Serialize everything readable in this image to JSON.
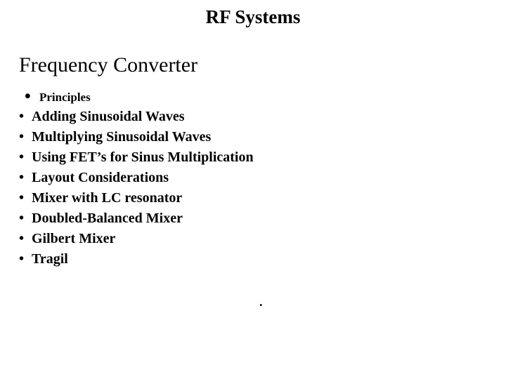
{
  "slide": {
    "title": "RF Systems",
    "heading": "Frequency Converter",
    "background_color": "#ffffff",
    "text_color": "#000000",
    "bullet_glyph": "•",
    "bullets": [
      {
        "label": "Principles"
      },
      {
        "label": "Adding Sinusoidal Waves"
      },
      {
        "label": "Multiplying Sinusoidal Waves"
      },
      {
        "label": "Using FET’s for Sinus Multiplication"
      },
      {
        "label": "Layout Considerations"
      },
      {
        "label": "Mixer with LC resonator"
      },
      {
        "label": "Doubled-Balanced Mixer"
      },
      {
        "label": "Gilbert Mixer"
      },
      {
        "label": "Tragil"
      }
    ],
    "stray_mark": "."
  }
}
